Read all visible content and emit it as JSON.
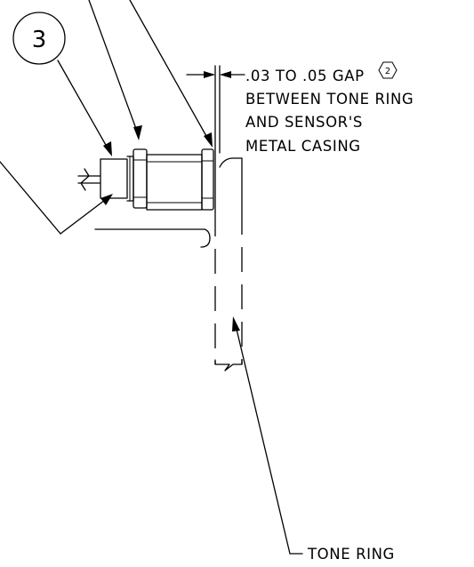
{
  "callout": {
    "number": "3"
  },
  "gap_note": {
    "line1": ".03 TO .05 GAP",
    "note_ref": "2",
    "line2": "BETWEEN TONE RING",
    "line3": "AND SENSOR'S",
    "line4": "METAL CASING"
  },
  "tone_ring_label": "TONE RING",
  "colors": {
    "ink": "#000000",
    "paper": "#ffffff"
  }
}
